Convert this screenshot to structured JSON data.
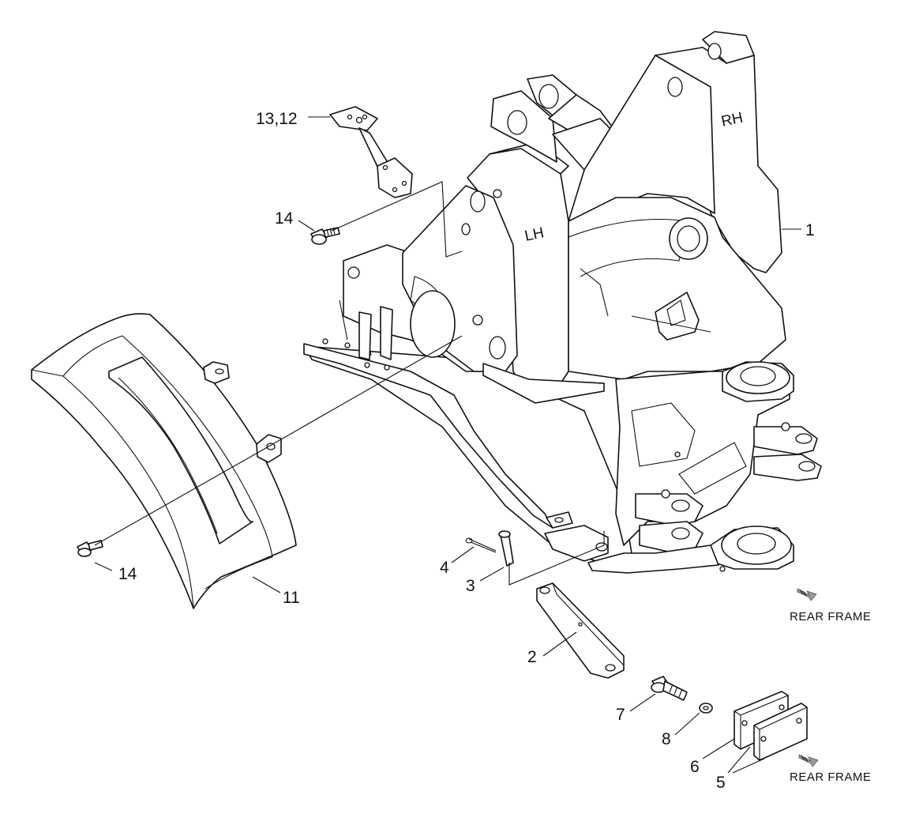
{
  "callouts": {
    "c1": "1",
    "c2": "2",
    "c3": "3",
    "c4": "4",
    "c5": "5",
    "c6": "6",
    "c7": "7",
    "c8": "8",
    "c11": "11",
    "c1312": "13,12",
    "c14_top": "14",
    "c14_left": "14"
  },
  "side_labels": {
    "lh": "LH",
    "rh": "RH"
  },
  "direction_labels": {
    "rear_frame_upper": "REAR FRAME",
    "rear_frame_lower": "REAR FRAME"
  },
  "icons": {
    "direction": "hatched-arrow-icon"
  }
}
